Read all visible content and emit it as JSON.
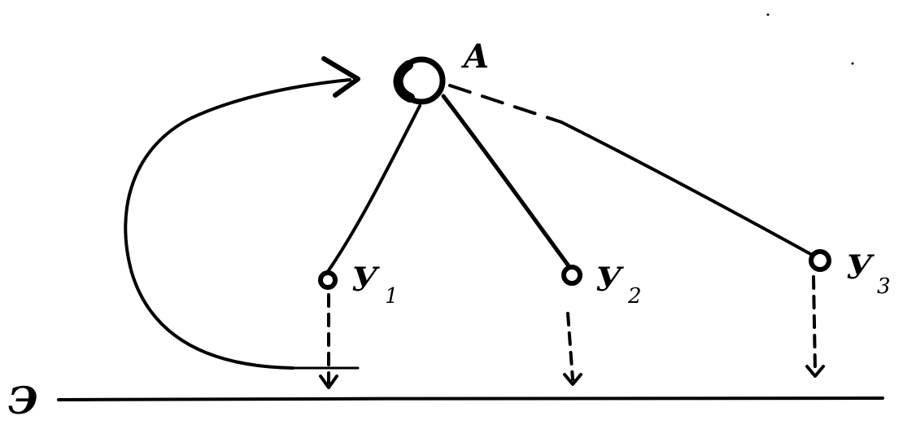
{
  "diagram": {
    "root": {
      "label": "A"
    },
    "nodes": [
      {
        "label": "У",
        "sub": "1"
      },
      {
        "label": "У",
        "sub": "2"
      },
      {
        "label": "У",
        "sub": "3"
      }
    ],
    "baseline": {
      "label": "Э"
    }
  },
  "colors": {
    "ink": "#000000",
    "background": "#ffffff"
  }
}
